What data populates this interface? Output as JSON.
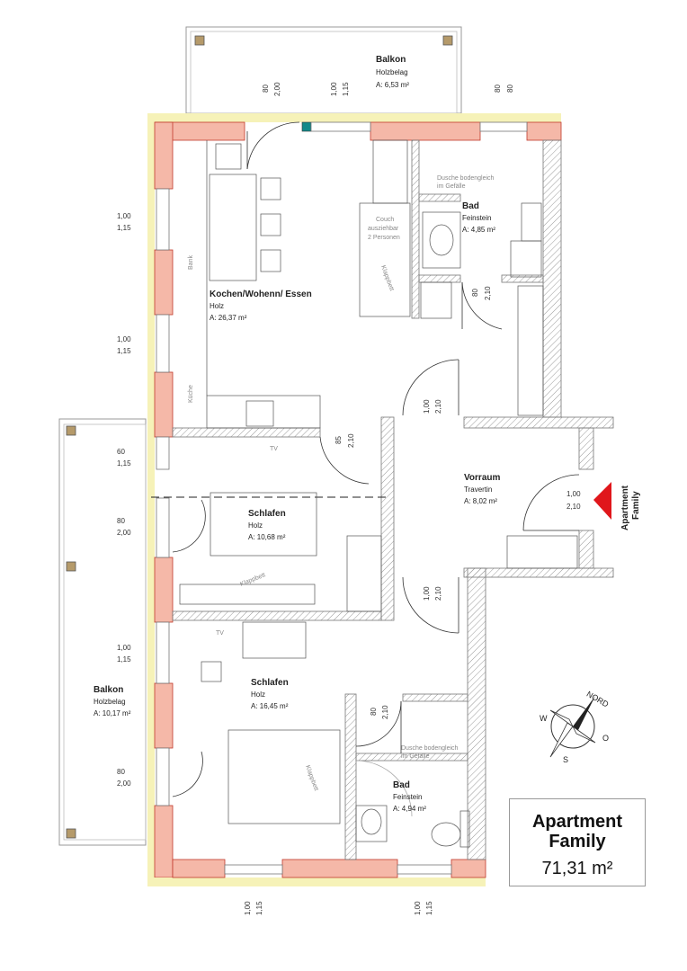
{
  "rooms": {
    "balkon_top": {
      "name": "Balkon",
      "material": "Holzbelag",
      "area": "A: 6,53 m²"
    },
    "kitchen": {
      "name": "Kochen/Wohenn/ Essen",
      "material": "Holz",
      "area": "A: 26,37 m²"
    },
    "bad_top": {
      "name": "Bad",
      "material": "Feinstein",
      "area": "A: 4,85 m²"
    },
    "vorraum": {
      "name": "Vorraum",
      "material": "Travertin",
      "area": "A: 8,02 m²"
    },
    "schlafen1": {
      "name": "Schlafen",
      "material": "Holz",
      "area": "A: 10,68 m²"
    },
    "schlafen2": {
      "name": "Schlafen",
      "material": "Holz",
      "area": "A: 16,45 m²"
    },
    "bad_bottom": {
      "name": "Bad",
      "material": "Feinstein",
      "area": "A: 4,94 m²"
    },
    "balkon_left": {
      "name": "Balkon",
      "material": "Holzbelag",
      "area": "A: 10,17 m²"
    }
  },
  "furniture": {
    "bank": "Bank",
    "kueche": "Küche",
    "tv1": "TV",
    "tv2": "TV",
    "couch_1": "Couch",
    "couch_2": "ausziehbar",
    "couch_3": "2 Personen",
    "klappbett1": "Klappbett",
    "klappbett2": "Klappbett",
    "klappbett3": "Klappbett",
    "dusche_top_1": "Dusche bodengleich",
    "dusche_top_2": "im Gefälle",
    "dusche_bottom_1": "Dusche bodengleich",
    "dusche_bottom_2": "im Gefälle"
  },
  "dimensions": {
    "top_80": "80",
    "top_200": "2,00",
    "top_100": "1,00",
    "top_115": "1,15",
    "top_80b": "80",
    "top_80c": "80",
    "left1_a": "1,00",
    "left1_b": "1,15",
    "left2_a": "1,00",
    "left2_b": "1,15",
    "left3_a": "60",
    "left3_b": "1,15",
    "left4_a": "80",
    "left4_b": "2,00",
    "left5_a": "1,00",
    "left5_b": "1,15",
    "left6_a": "80",
    "left6_b": "2,00",
    "bad_door_a": "80",
    "bad_door_b": "2,10",
    "vor_door_a": "1,00",
    "vor_door_b": "2,10",
    "ks_door_a": "85",
    "ks_door_b": "2,10",
    "entry_a": "1,00",
    "entry_b": "2,10",
    "lower_door_a": "1,00",
    "lower_door_b": "2,10",
    "bad2_door_a": "80",
    "bad2_door_b": "2,10",
    "bot1_a": "1,00",
    "bot1_b": "1,15",
    "bot2_a": "1,00",
    "bot2_b": "1,15"
  },
  "entrance": {
    "label_1": "Apartment",
    "label_2": "Family"
  },
  "compass": {
    "n": "NORD",
    "w": "W",
    "o": "O",
    "s": "S"
  },
  "title": {
    "line1": "Apartment",
    "line2": "Family",
    "area": "71,31 m²"
  },
  "colors": {
    "wall_fill": "#f5b8a8",
    "wall_line": "#c0392b",
    "window": "#f6f2b8",
    "entry_arrow": "#e0161b"
  }
}
